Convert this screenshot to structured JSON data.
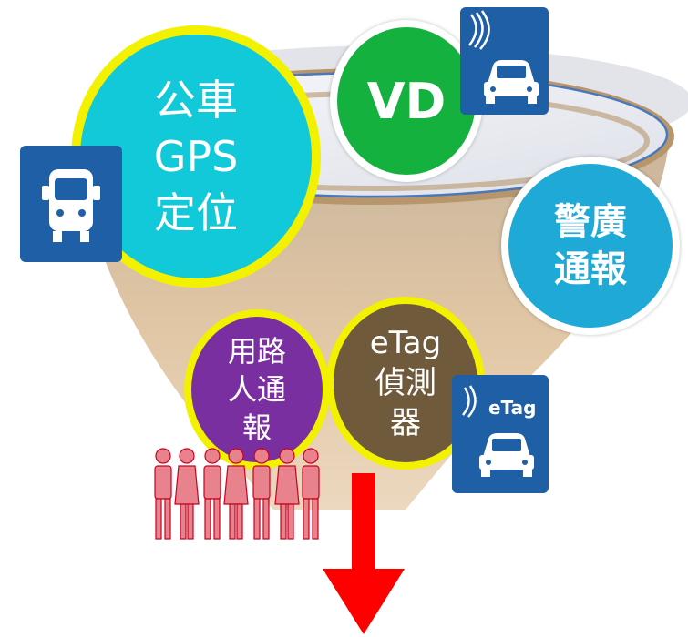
{
  "colors": {
    "funnel_body": "#ddbf9c",
    "funnel_rim": "#4a78b8",
    "funnel_inner": "#eef0f4",
    "sign_blue": "#1f5fa6",
    "arrow_red": "#ff0000",
    "people_pink": "#e8828c",
    "people_red": "#c8001e"
  },
  "sources": {
    "bus_gps": {
      "line1": "公車",
      "line2": "GPS",
      "line3": "定位",
      "color": "#12c9d9",
      "border": "#f2f200"
    },
    "vd": {
      "label": "VD",
      "color": "#15b13f",
      "border": "#ffffff"
    },
    "police": {
      "line1": "警廣",
      "line2": "通報",
      "color": "#1fa9d6",
      "border": "#ffffff"
    },
    "road_user": {
      "line1": "用路",
      "line2": "人通",
      "line3": "報",
      "color": "#7a2fa0",
      "border": "#f2f200"
    },
    "etag": {
      "line1": "eTag",
      "line2": "偵測",
      "line3": "器",
      "color": "#705a3c",
      "border": "#f2f200"
    }
  },
  "signs": {
    "etag_sign_text": "eTag"
  },
  "icons": [
    "bus-icon",
    "car-icon",
    "people-icon",
    "arrow-down-icon"
  ]
}
